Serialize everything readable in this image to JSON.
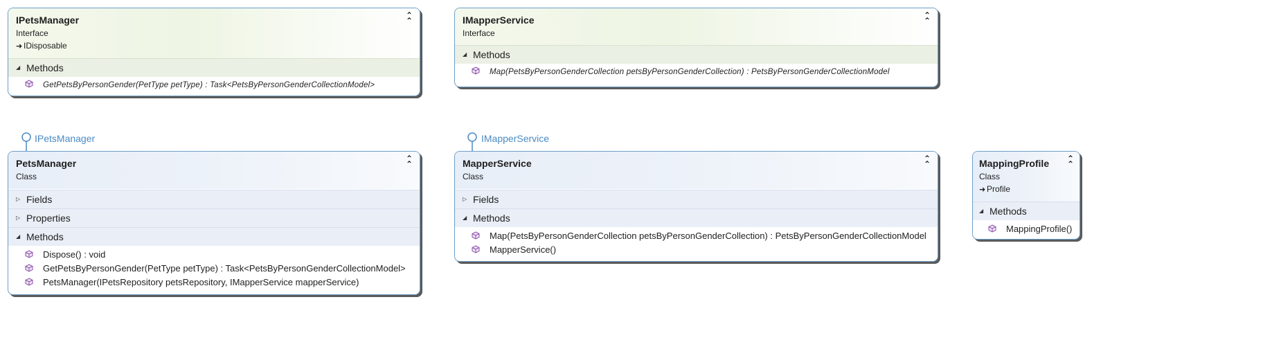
{
  "colors": {
    "border": "#6d9ec9",
    "interface_header": "#eef5e4",
    "class_header": "#e9eef7",
    "lollipop": "#4a8ac4",
    "method_icon": "#8b4fa8"
  },
  "ipets_manager": {
    "title": "IPetsManager",
    "stereotype": "Interface",
    "base": "IDisposable",
    "methods_label": "Methods",
    "methods": [
      "GetPetsByPersonGender(PetType  petType)  :  Task<PetsByPersonGenderCollectionModel>"
    ]
  },
  "imapper_service": {
    "title": "IMapperService",
    "stereotype": "Interface",
    "methods_label": "Methods",
    "methods": [
      "Map(PetsByPersonGenderCollection  petsByPersonGenderCollection)  :  PetsByPersonGenderCollectionModel"
    ]
  },
  "pets_manager": {
    "implements": "IPetsManager",
    "title": "PetsManager",
    "stereotype": "Class",
    "fields_label": "Fields",
    "properties_label": "Properties",
    "methods_label": "Methods",
    "methods": [
      "Dispose() : void",
      "GetPetsByPersonGender(PetType petType) : Task<PetsByPersonGenderCollectionModel>",
      "PetsManager(IPetsRepository petsRepository, IMapperService mapperService)"
    ]
  },
  "mapper_service": {
    "implements": "IMapperService",
    "title": "MapperService",
    "stereotype": "Class",
    "fields_label": "Fields",
    "methods_label": "Methods",
    "methods": [
      "Map(PetsByPersonGenderCollection petsByPersonGenderCollection) : PetsByPersonGenderCollectionModel",
      "MapperService()"
    ]
  },
  "mapping_profile": {
    "title": "MappingProfile",
    "stereotype": "Class",
    "base": "Profile",
    "methods_label": "Methods",
    "methods": [
      "MappingProfile()"
    ]
  }
}
